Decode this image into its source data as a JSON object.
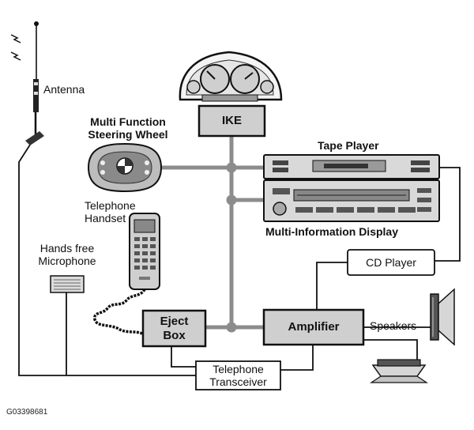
{
  "labels": {
    "antenna": "Antenna",
    "mfsw_line1": "Multi Function",
    "mfsw_line2": "Steering Wheel",
    "tape_player": "Tape Player",
    "mid": "Multi-Information Display",
    "telephone_line1": "Telephone",
    "telephone_line2": "Handset",
    "microphone_line1": "Hands free",
    "microphone_line2": "Microphone",
    "speakers": "Speakers"
  },
  "boxes": {
    "ike": "IKE",
    "cd_player": "CD Player",
    "eject_line1": "Eject",
    "eject_line2": "Box",
    "amplifier": "Amplifier",
    "transceiver_line1": "Telephone",
    "transceiver_line2": "Transceiver"
  },
  "figure_id": "G03398681",
  "colors": {
    "bus_line": "#8c8c8c",
    "box_fill": "#cfcfcf",
    "wire": "#111111"
  }
}
